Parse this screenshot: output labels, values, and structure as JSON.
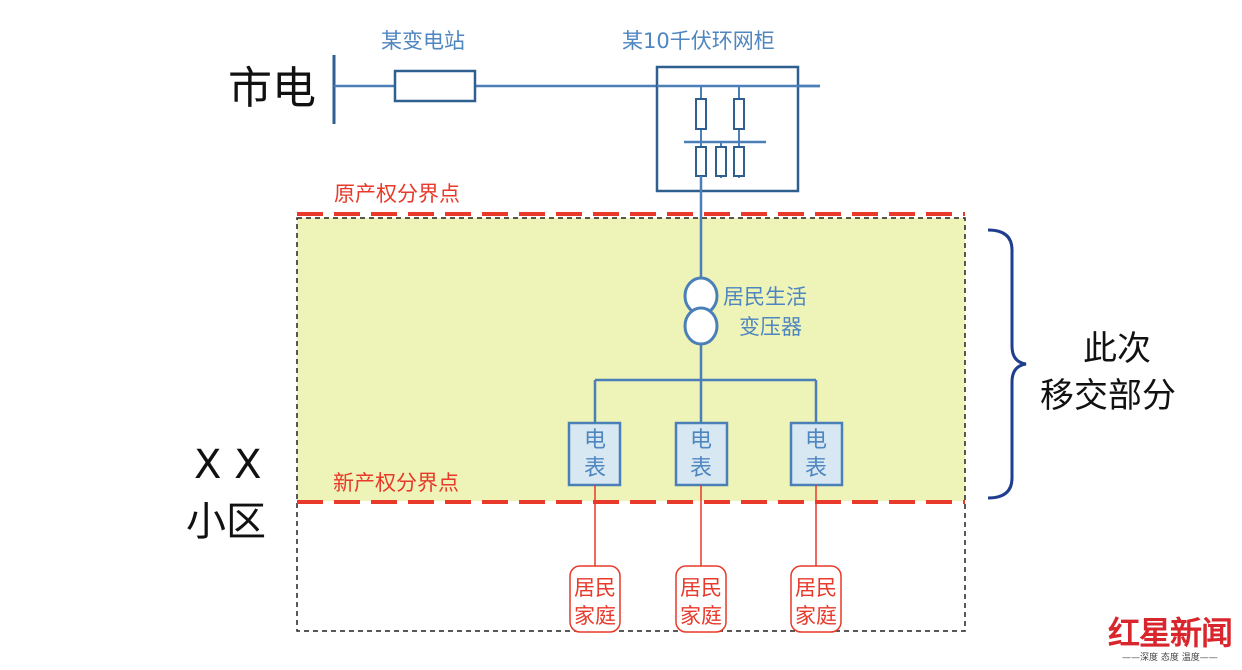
{
  "diagram": {
    "city_power": "市电",
    "substation": "某变电站",
    "ring_main_unit": "某10千伏环网柜",
    "old_boundary": "原产权分界点",
    "new_boundary": "新产权分界点",
    "transformer_line1": "居民生活",
    "transformer_line2": "变压器",
    "transfer_line1": "此次",
    "transfer_line2": "移交部分",
    "community_line1": "X X",
    "community_line2": "小区",
    "meters": [
      {
        "line1": "电",
        "line2": "表"
      },
      {
        "line1": "电",
        "line2": "表"
      },
      {
        "line1": "电",
        "line2": "表"
      }
    ],
    "households": [
      {
        "line1": "居民",
        "line2": "家庭"
      },
      {
        "line1": "居民",
        "line2": "家庭"
      },
      {
        "line1": "居民",
        "line2": "家庭"
      }
    ]
  },
  "watermark": {
    "brand": "红星新闻",
    "slogan": "——深度 态度 温度——"
  },
  "colors": {
    "line_blue": "#4a7fb8",
    "box_blue": "#2f5f8f",
    "red": "#e8392a",
    "highlight": "#eef3b8",
    "text_blue": "#4f86c0",
    "brace_navy": "#1f3e8c"
  }
}
